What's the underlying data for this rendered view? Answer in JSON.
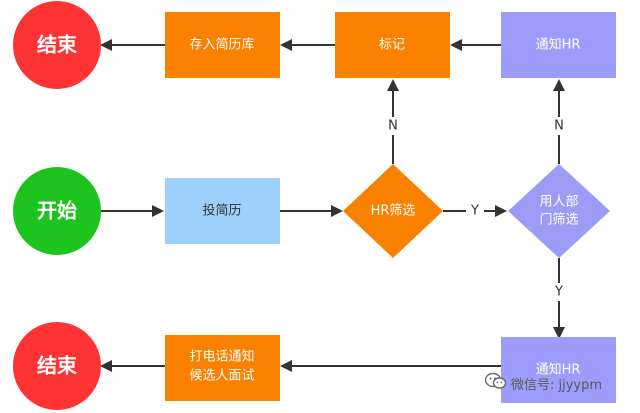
{
  "nodes": {
    "end_top": "结束",
    "store_resume": "存入简历库",
    "mark": "标记",
    "notify_hr_top": "通知HR",
    "start": "开始",
    "submit_resume": "投简历",
    "hr_screen": "HR筛选",
    "dept_screen_line1": "用人部",
    "dept_screen_line2": "门筛选",
    "end_bottom": "结束",
    "call_line1": "打电话通知",
    "call_line2": "候选人面试",
    "notify_hr_bottom": "通知HR"
  },
  "edges": {
    "hr_no": "N",
    "dept_no": "N",
    "hr_yes": "Y",
    "dept_yes": "Y"
  },
  "watermark": {
    "text": "微信号: jjyypm"
  },
  "colors": {
    "end_red": "#fe3333",
    "start_green": "#1ec41e",
    "process_orange": "#fa8100",
    "decision_orange": "#fa8100",
    "decision_purple": "#9b9cf5",
    "notify_purple": "#9c9cfa",
    "submit_blue": "#9dd1fb",
    "arrow": "#333333"
  }
}
